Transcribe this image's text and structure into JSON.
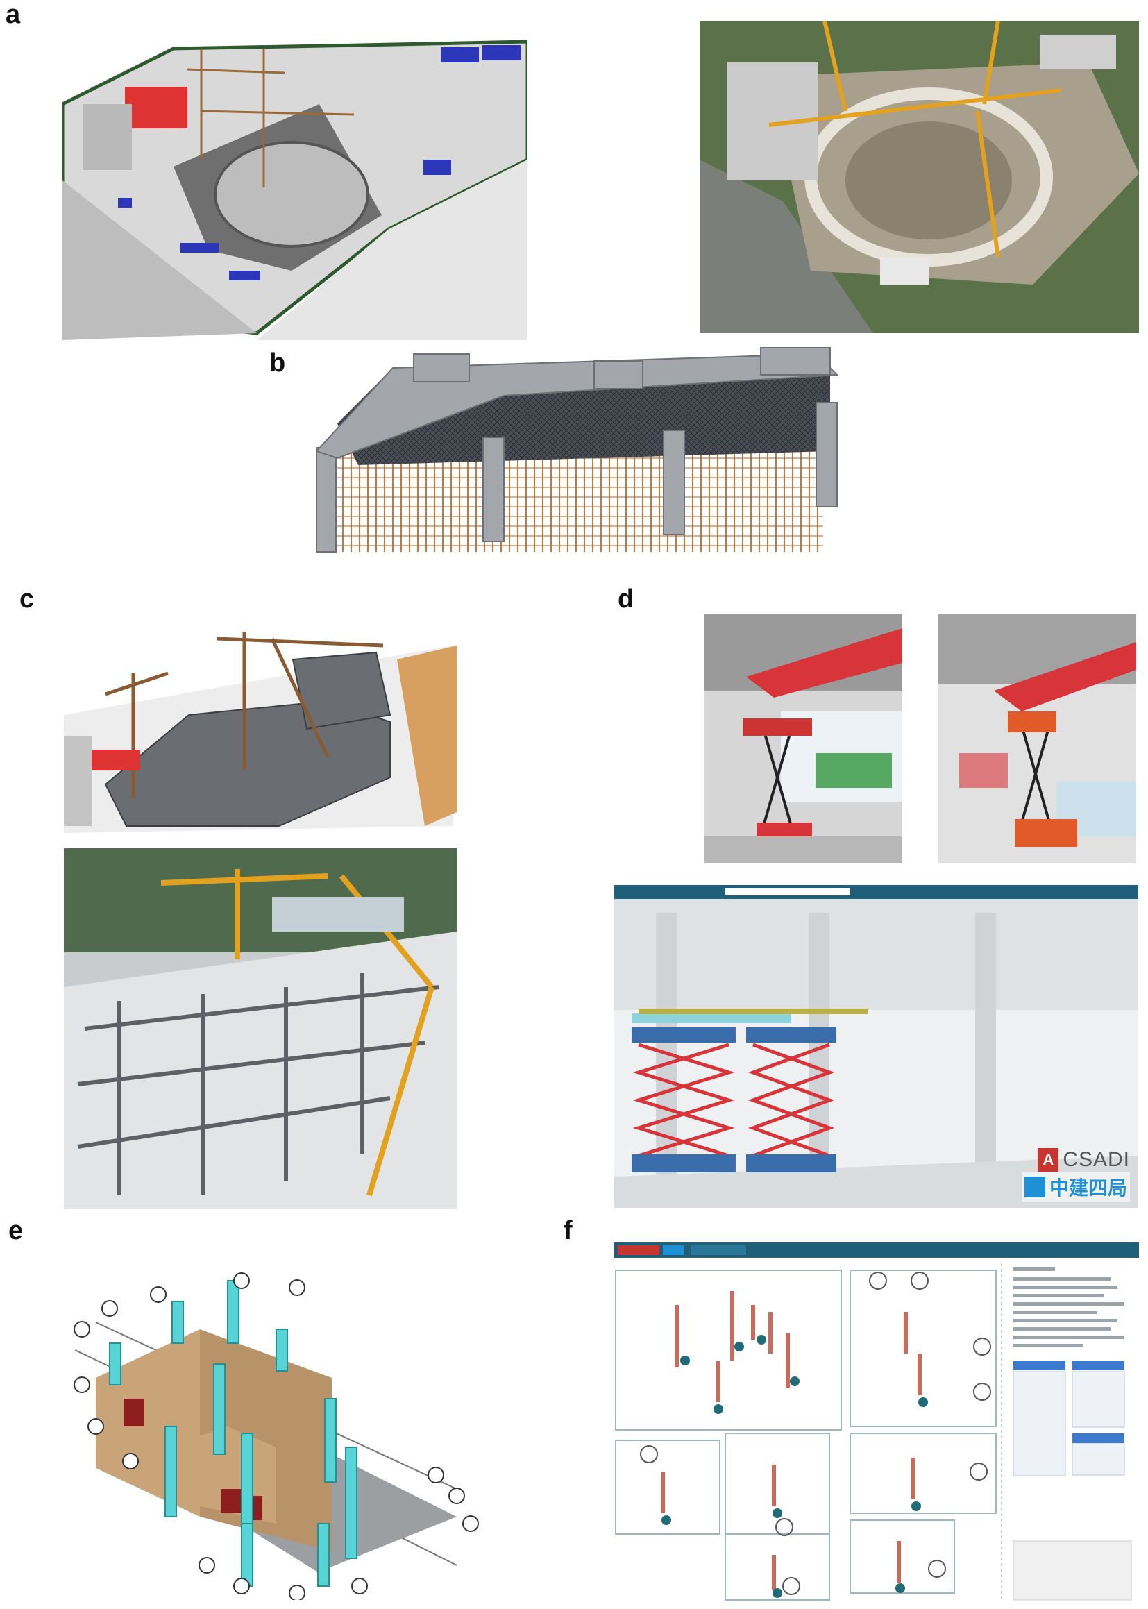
{
  "panels": {
    "a": "a",
    "b": "b",
    "c": "c",
    "d": "d",
    "e": "e",
    "f": "f"
  },
  "logos": {
    "csadi": "CSADI",
    "zhongjian": "中建四局"
  },
  "colors": {
    "steel_grey": "#8d9196",
    "scaffold_orange": "#c8793a",
    "lift_red": "#d8353a",
    "cyan_pipe": "#58d3d6",
    "tan_wall": "#c9a479",
    "header_blue": "#1f5f7a"
  }
}
